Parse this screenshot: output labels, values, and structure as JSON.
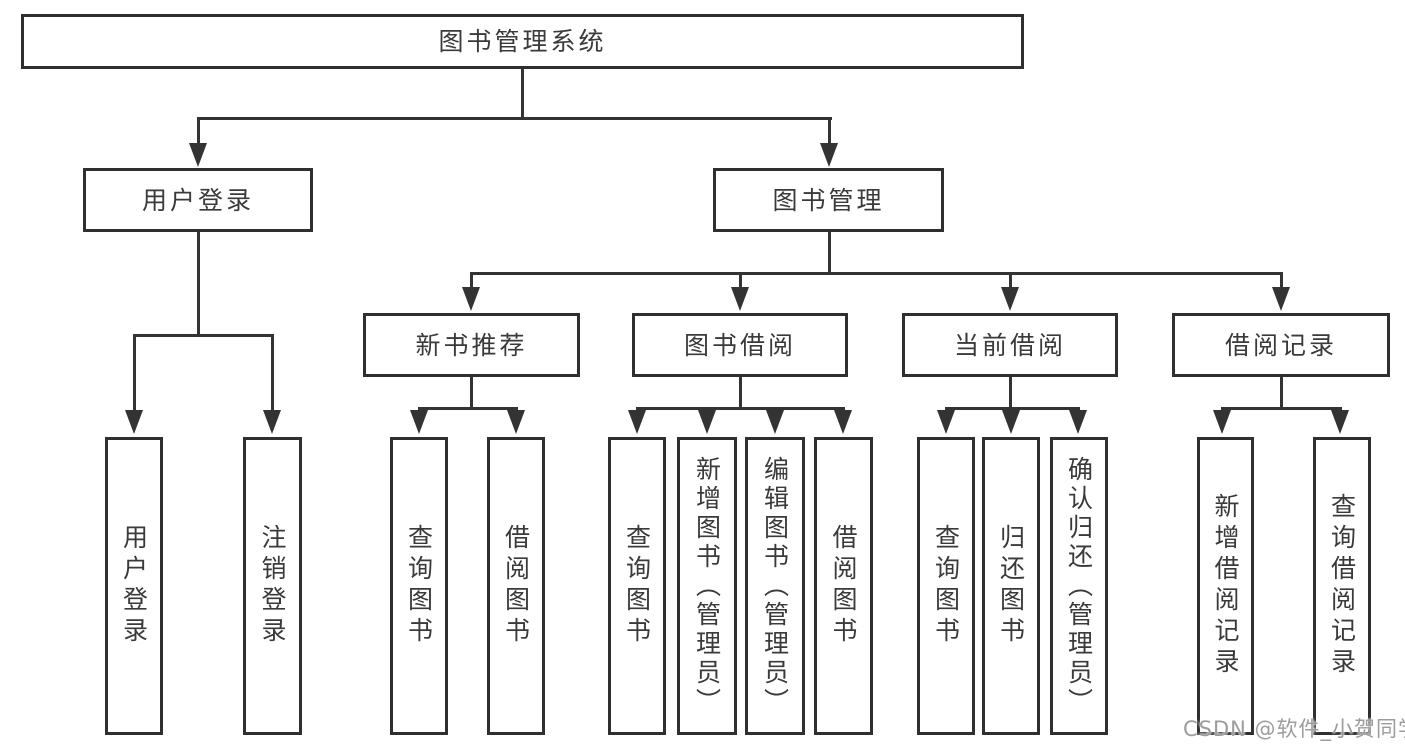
{
  "colors": {
    "line": "#333333",
    "border": "#2f2f2f",
    "text": "#3a3a3a",
    "background": "#ffffff",
    "watermark": "#9c9c9c"
  },
  "nodes": {
    "root": "图书管理系统",
    "user_login": "用户登录",
    "book_mgmt": "图书管理",
    "new_book_rec": "新书推荐",
    "book_borrow": "图书借阅",
    "current_borrow": "当前借阅",
    "borrow_record": "借阅记录",
    "leaf_user_login": "用户登录",
    "leaf_logout": "注销登录",
    "leaf_query_books_rec": "查询图书",
    "leaf_borrow_books_rec": "借阅图书",
    "leaf_query_books_borrow": "查询图书",
    "leaf_add_books_admin": "新增图书（管理员）",
    "leaf_edit_books_admin": "编辑图书（管理员）",
    "leaf_borrow_books_borrow": "借阅图书",
    "leaf_query_books_current": "查询图书",
    "leaf_return_books": "归还图书",
    "leaf_confirm_return_admin": "确认归还（管理员）",
    "leaf_add_borrow_record": "新增借阅记录",
    "leaf_query_borrow_record": "查询借阅记录"
  },
  "watermark": {
    "text": "CSDN @软件_小贺同学"
  }
}
